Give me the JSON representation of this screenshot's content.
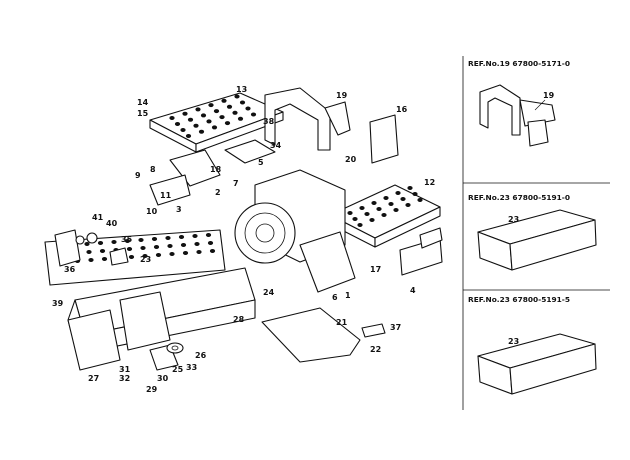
{
  "diagram": {
    "callouts": [
      "1",
      "2",
      "3",
      "4",
      "5",
      "6",
      "7",
      "8",
      "9",
      "10",
      "11",
      "12",
      "13",
      "14",
      "15",
      "16",
      "17",
      "18",
      "19",
      "20",
      "21",
      "22",
      "23",
      "24",
      "25",
      "26",
      "27",
      "28",
      "29",
      "30",
      "31",
      "32",
      "33",
      "34",
      "35",
      "36",
      "37",
      "38",
      "39",
      "40",
      "41"
    ],
    "reference_panels": [
      {
        "title": "REF.No.19  67800-5171-0",
        "part": "19"
      },
      {
        "title": "REF.No.23  67800-5191-0",
        "part": "23"
      },
      {
        "title": "REF.No.23  67800-5191-5",
        "part": "23"
      }
    ]
  }
}
